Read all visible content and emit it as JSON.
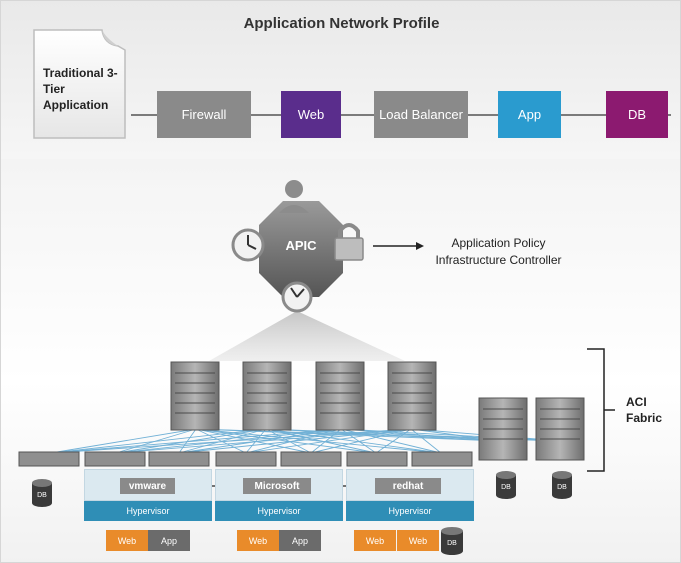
{
  "profile": {
    "title": "Application Network Profile",
    "app_box_label": "Traditional 3-Tier Application",
    "tiers": [
      {
        "label": "Firewall",
        "color": "#8a8a8a"
      },
      {
        "label": "Web",
        "color": "#5a2d8c"
      },
      {
        "label": "Load Balancer",
        "color": "#8a8a8a"
      },
      {
        "label": "App",
        "color": "#2a9bcf"
      },
      {
        "label": "DB",
        "color": "#8c1a70"
      }
    ]
  },
  "apic": {
    "label": "APIC",
    "description": "Application Policy Infrastructure Controller",
    "icons": [
      "user-icon",
      "clock-icon",
      "lock-icon"
    ]
  },
  "fabric": {
    "label": "ACI Fabric",
    "hypervisors": [
      {
        "vendor": "vmware",
        "label": "Hypervisor"
      },
      {
        "vendor": "Microsoft",
        "label": "Hypervisor"
      },
      {
        "vendor": "redhat",
        "label": "Hypervisor"
      }
    ],
    "workloads": [
      {
        "label": "Web",
        "kind": "web"
      },
      {
        "label": "App",
        "kind": "app"
      },
      {
        "label": "Web",
        "kind": "web"
      },
      {
        "label": "App",
        "kind": "app"
      },
      {
        "label": "Web",
        "kind": "web"
      },
      {
        "label": "Web",
        "kind": "web"
      }
    ],
    "db_label": "DB"
  }
}
